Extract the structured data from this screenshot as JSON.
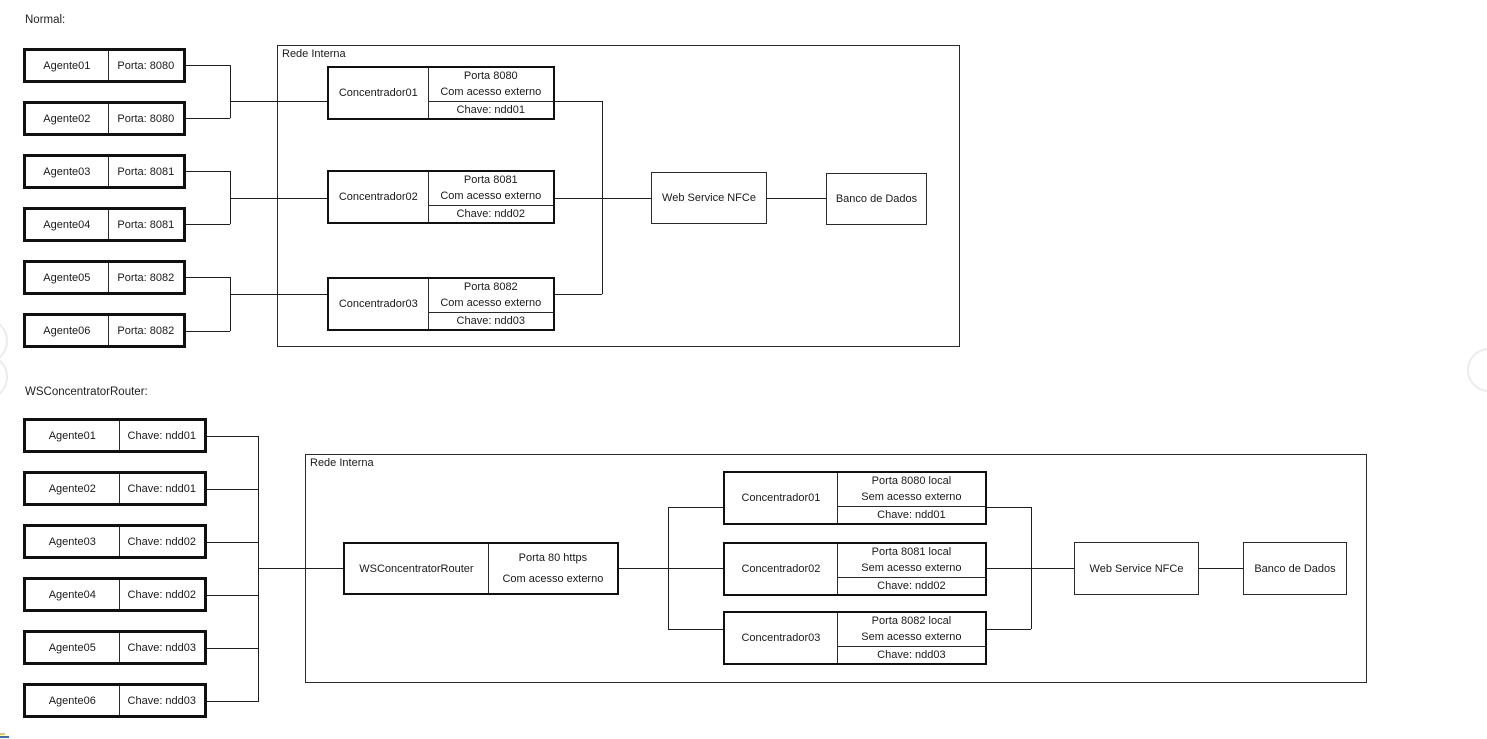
{
  "sections": [
    {
      "label": "Normal:",
      "agents": [
        {
          "name": "Agente01",
          "info": "Porta: 8080"
        },
        {
          "name": "Agente02",
          "info": "Porta: 8080"
        },
        {
          "name": "Agente03",
          "info": "Porta: 8081"
        },
        {
          "name": "Agente04",
          "info": "Porta: 8081"
        },
        {
          "name": "Agente05",
          "info": "Porta: 8082"
        },
        {
          "name": "Agente06",
          "info": "Porta: 8082"
        }
      ],
      "network": {
        "label": "Rede Interna",
        "concentrators": [
          {
            "name": "Concentrador01",
            "port": "Porta 8080",
            "access": "Com acesso externo",
            "key": "Chave: ndd01"
          },
          {
            "name": "Concentrador02",
            "port": "Porta 8081",
            "access": "Com acesso externo",
            "key": "Chave: ndd02"
          },
          {
            "name": "Concentrador03",
            "port": "Porta 8082",
            "access": "Com acesso externo",
            "key": "Chave: ndd03"
          }
        ]
      },
      "webservice": "Web Service NFCe",
      "database": "Banco de Dados"
    },
    {
      "label": "WSConcentratorRouter:",
      "agents": [
        {
          "name": "Agente01",
          "info": "Chave: ndd01"
        },
        {
          "name": "Agente02",
          "info": "Chave: ndd01"
        },
        {
          "name": "Agente03",
          "info": "Chave: ndd02"
        },
        {
          "name": "Agente04",
          "info": "Chave: ndd02"
        },
        {
          "name": "Agente05",
          "info": "Chave: ndd03"
        },
        {
          "name": "Agente06",
          "info": "Chave: ndd03"
        }
      ],
      "router": {
        "name": "WSConcentratorRouter",
        "port": "Porta 80 https",
        "access": "Com acesso externo"
      },
      "network": {
        "label": "Rede Interna",
        "concentrators": [
          {
            "name": "Concentrador01",
            "port": "Porta 8080 local",
            "access": "Sem acesso externo",
            "key": "Chave: ndd01"
          },
          {
            "name": "Concentrador02",
            "port": "Porta 8081 local",
            "access": "Sem acesso externo",
            "key": "Chave: ndd02"
          },
          {
            "name": "Concentrador03",
            "port": "Porta 8082 local",
            "access": "Sem acesso externo",
            "key": "Chave: ndd03"
          }
        ]
      },
      "webservice": "Web Service NFCe",
      "database": "Banco de Dados"
    }
  ]
}
